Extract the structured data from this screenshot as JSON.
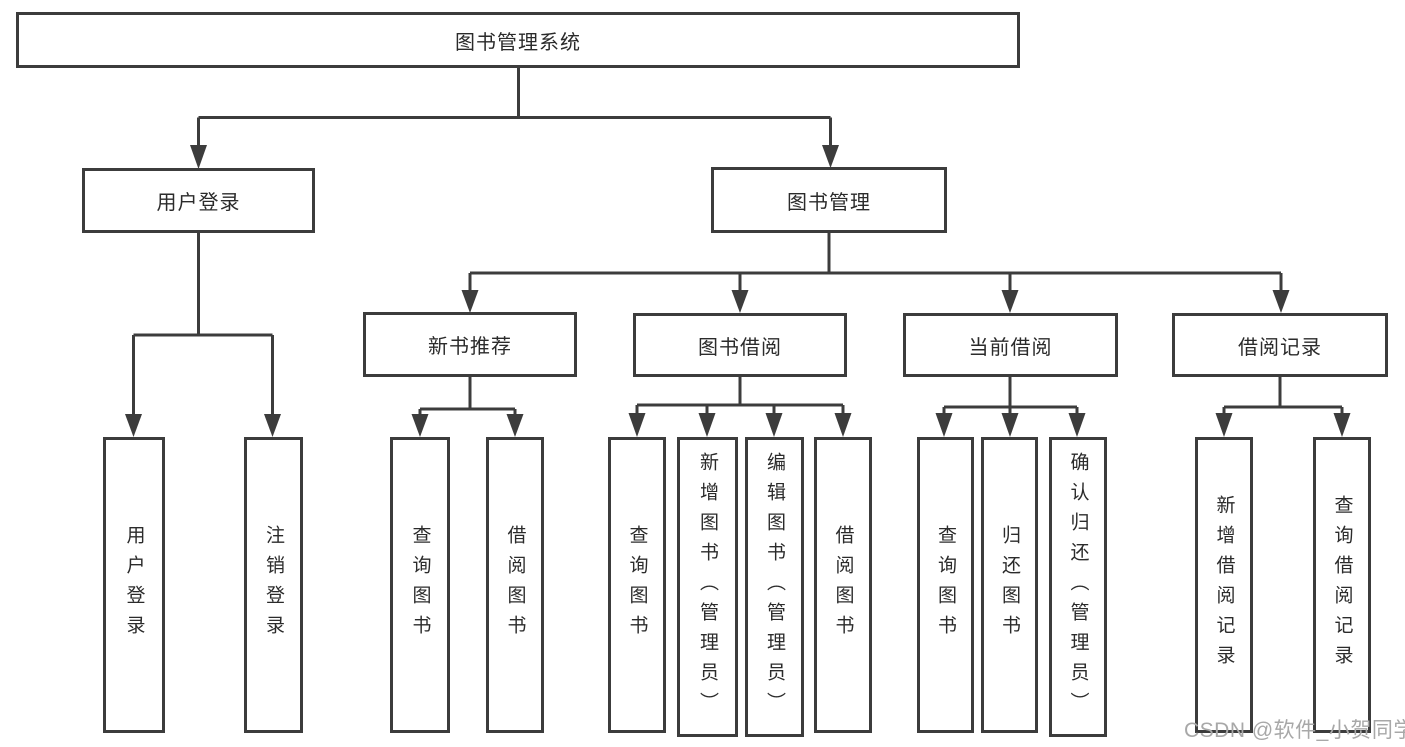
{
  "colors": {
    "line": "#3c3c3c",
    "box_border": "#3c3c3c",
    "text": "#2b2b2b",
    "watermark": "#a8a8a8",
    "background": "#ffffff"
  },
  "watermark": "CSDN @软件_小贺同学",
  "diagram": {
    "root": "图书管理系统",
    "level2": {
      "user_login": {
        "label": "用户登录",
        "children": [
          "用户登录",
          "注销登录"
        ]
      },
      "book_mgmt": {
        "label": "图书管理"
      }
    },
    "level3": {
      "new_books": {
        "label": "新书推荐",
        "children": [
          "查询图书",
          "借阅图书"
        ]
      },
      "book_borrow": {
        "label": "图书借阅",
        "children": [
          "查询图书",
          "新增图书（管理员）",
          "编辑图书（管理员）",
          "借阅图书"
        ]
      },
      "current_borrow": {
        "label": "当前借阅",
        "children": [
          "查询图书",
          "归还图书",
          "确认归还（管理员）"
        ]
      },
      "borrow_records": {
        "label": "借阅记录",
        "children": [
          "新增借阅记录",
          "查询借阅记录"
        ]
      }
    }
  }
}
